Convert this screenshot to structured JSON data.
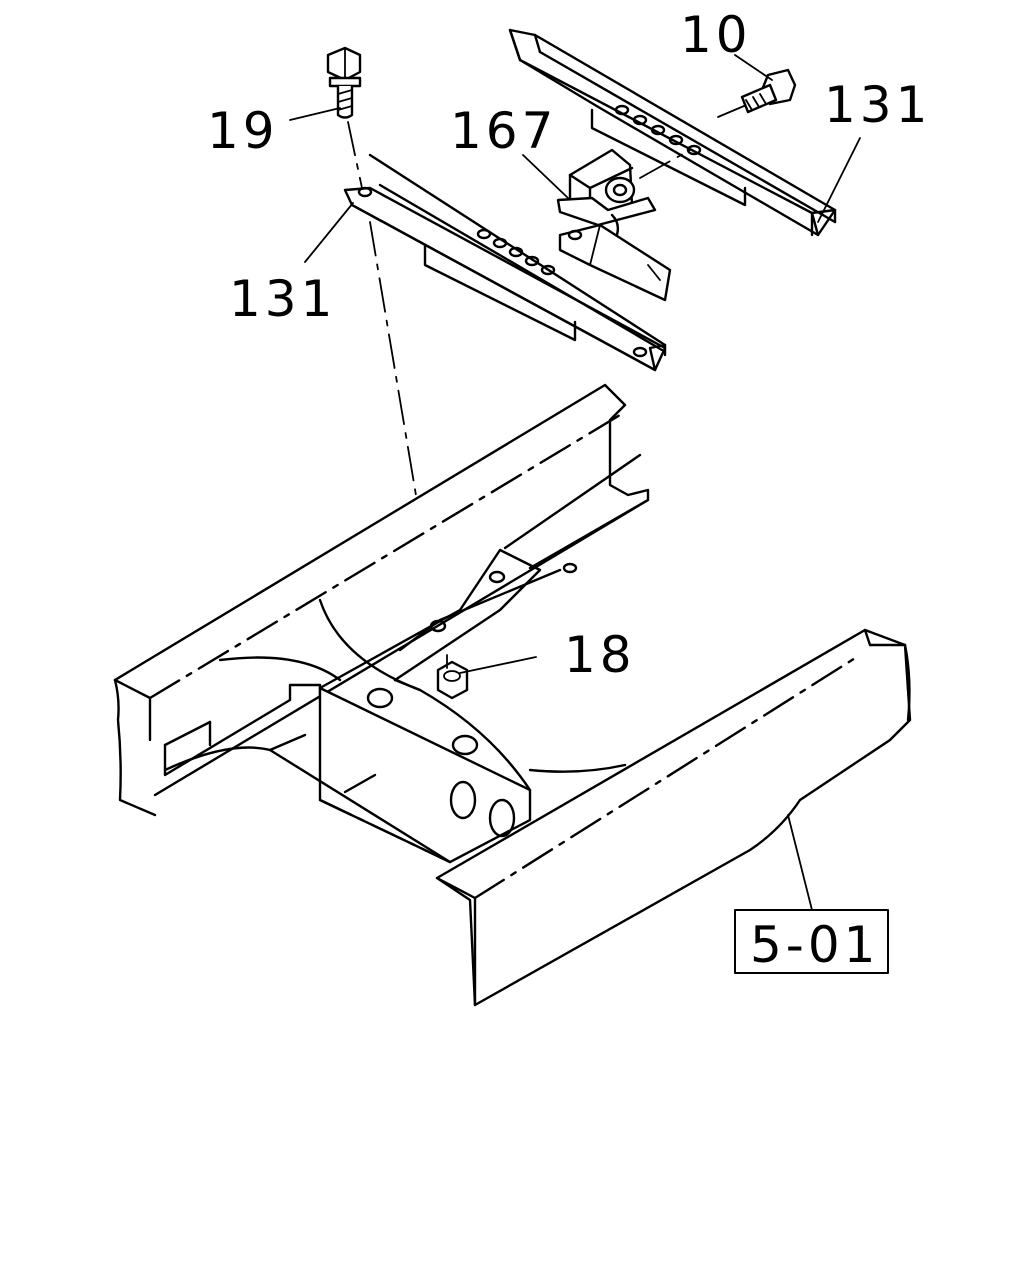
{
  "callouts": {
    "part_10": "10",
    "part_19": "19",
    "part_167": "167",
    "part_131_right": "131",
    "part_131_left": "131",
    "part_18": "18",
    "ref_box": "5-01"
  }
}
